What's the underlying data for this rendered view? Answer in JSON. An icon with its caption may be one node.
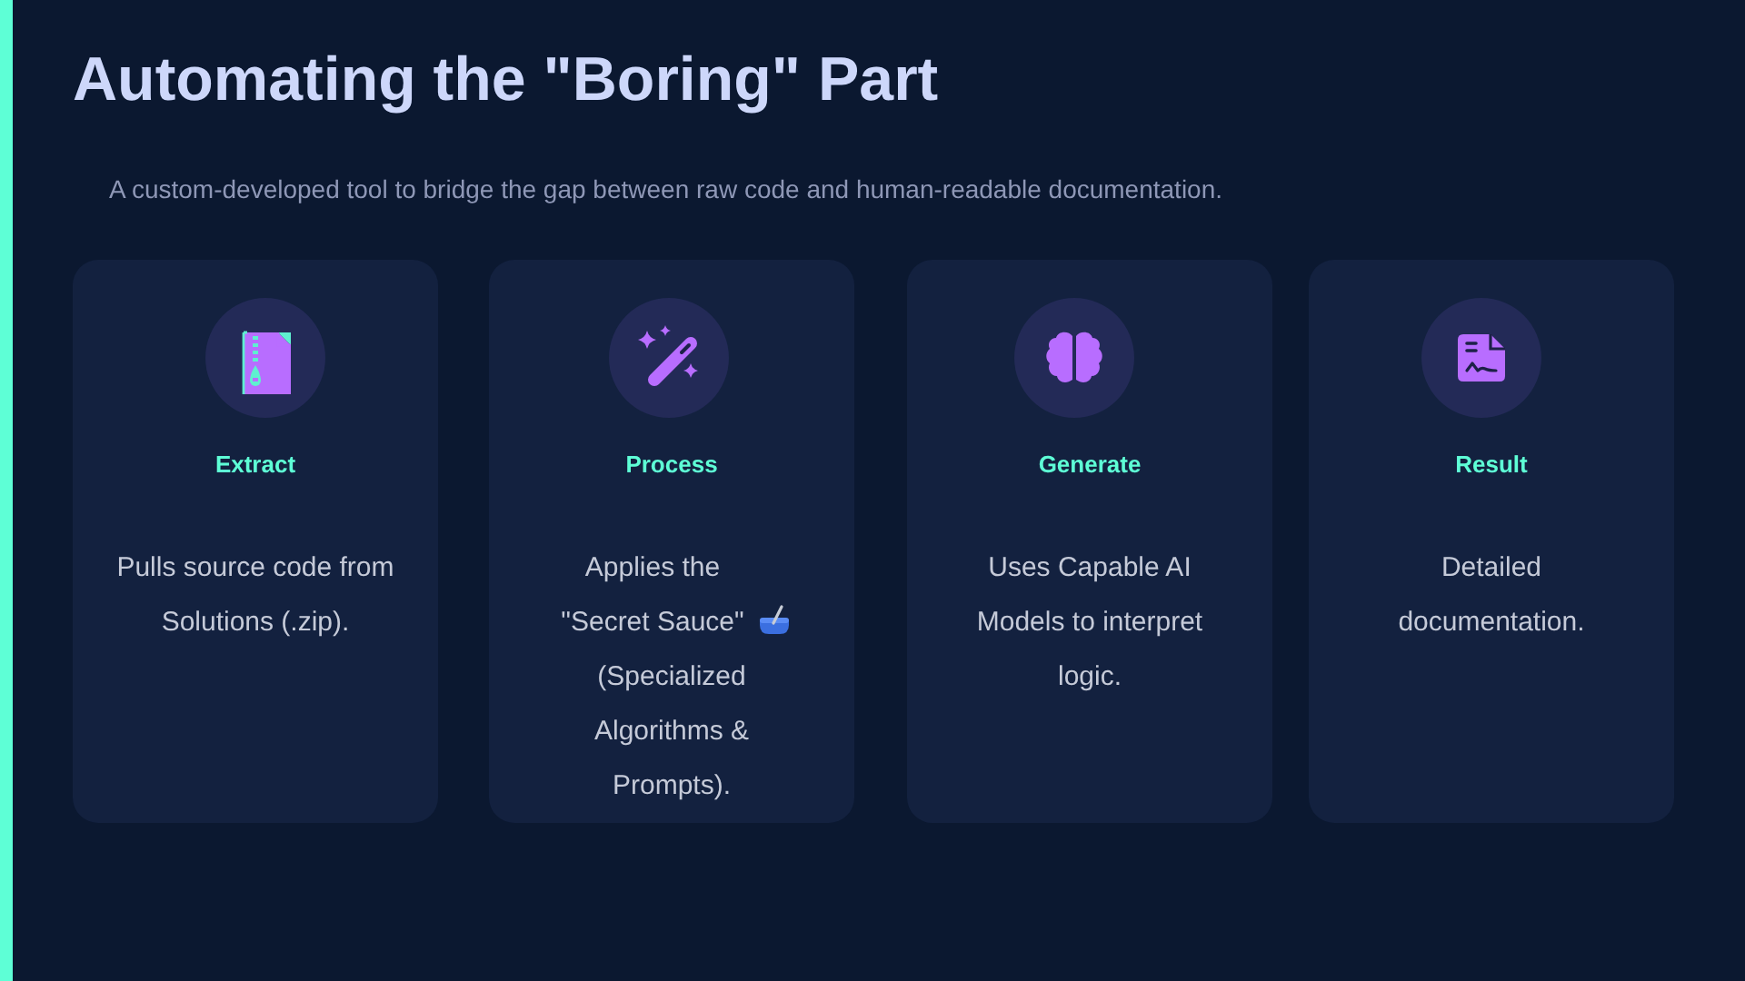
{
  "diagram": {
    "title": "Automating the \"Boring\" Part",
    "nodes": [
      {
        "text": [
          "Extract",
          "Pulls source code from Solutions (.zip)."
        ]
      },
      {
        "text": [
          "Process",
          "Applies the \"Secret Sauce\"",
          "(Specialized Algorithms & Prompts)."
        ]
      },
      {
        "text": [
          "Generate",
          "Uses Capable AI Models to interpret logic."
        ]
      },
      {
        "text": [
          "Result",
          "Detailed documentation."
        ]
      }
    ],
    "labels": [
      "A custom-developed tool to bridge the gap between raw code and human-readable documentation."
    ]
  }
}
